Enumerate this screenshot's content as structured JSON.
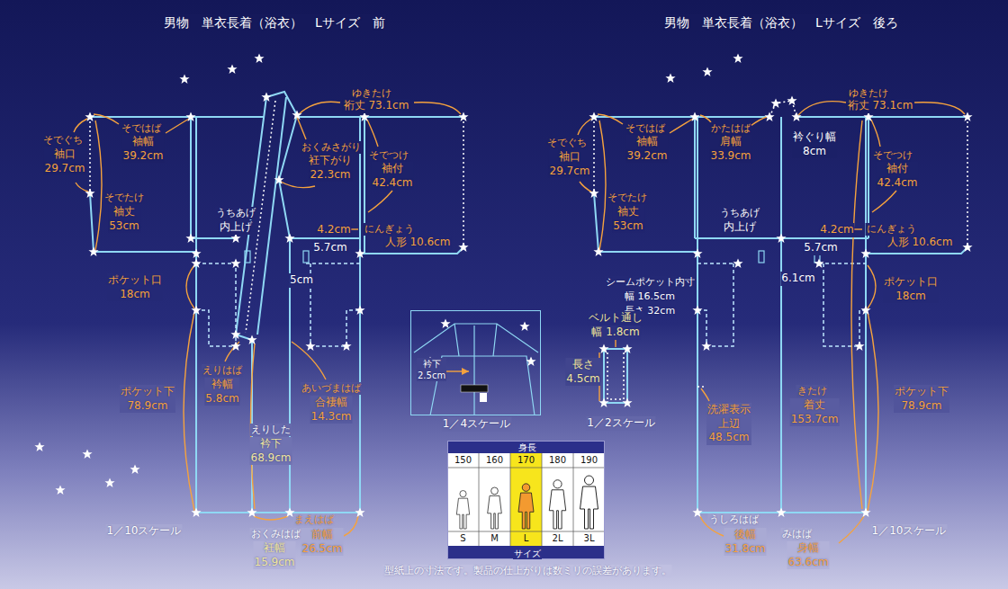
{
  "diagram": {
    "caption": "型紙上の寸法です。製品の仕上がりは数ミリの誤差があります。",
    "nodes": [
      {
        "text": [
          "衿下 2.5cm",
          "1／4スケール"
        ]
      },
      {
        "text": [
          "身長",
          "サイズ"
        ]
      }
    ],
    "labels": [
      "男物　単衣長着（浴衣）　Lサイズ　前",
      "そでぐち",
      "袖口 29.7cm",
      "そではば",
      "袖幅 39.2cm",
      "そでたけ",
      "袖丈 53cm",
      "ゆきたけ",
      "裄丈 73.1cm",
      "おくみさがり",
      "衽下がり 22.3cm",
      "そでつけ",
      "袖付 42.4cm",
      "うちあげ",
      "内上げ",
      "4.2cm",
      "5.7cm",
      "にんぎょう",
      "人形 10.6cm",
      "ポケット口 18cm",
      "5cm",
      "えりはば",
      "衿幅 5.8cm",
      "あいづまはば",
      "合褄幅 14.3cm",
      "ポケット下 78.9cm",
      "えりした",
      "衿下 68.9cm",
      "おくみはば",
      "衽幅 15.9cm",
      "まえはば",
      "前幅 26.5cm",
      "1／10スケール",
      "シームポケット内寸",
      "幅 16.5cm",
      "長さ 32cm",
      "ベルト通し",
      "幅 1.8cm",
      "長さ 4.5cm",
      "1／2スケール",
      "150",
      "160",
      "170",
      "180",
      "190",
      "S",
      "M",
      "L",
      "2L",
      "3L",
      "男物　単衣長着（浴衣）　Lサイズ　後ろ",
      "ゆきたけ",
      "裄丈 73.1cm",
      "そでぐち",
      "袖口 29.7cm",
      "そではば",
      "袖幅 39.2cm",
      "かたはば",
      "肩幅 33.9cm",
      "衿ぐり幅 8cm",
      "そでつけ",
      "袖付 42.4cm",
      "そでたけ",
      "袖丈 53cm",
      "うちあげ",
      "内上げ",
      "4.2cm",
      "5.7cm",
      "にんぎょう",
      "人形 10.6cm",
      "6.1cm",
      "ポケット口 18cm",
      "洗濯表示 上辺 48.5cm",
      "きたけ",
      "着丈 153.7cm",
      "ポケット下 78.9cm",
      "うしろはば",
      "後幅 31.8cm",
      "みはば",
      "身幅 63.6cm",
      "1／10スケール"
    ]
  }
}
